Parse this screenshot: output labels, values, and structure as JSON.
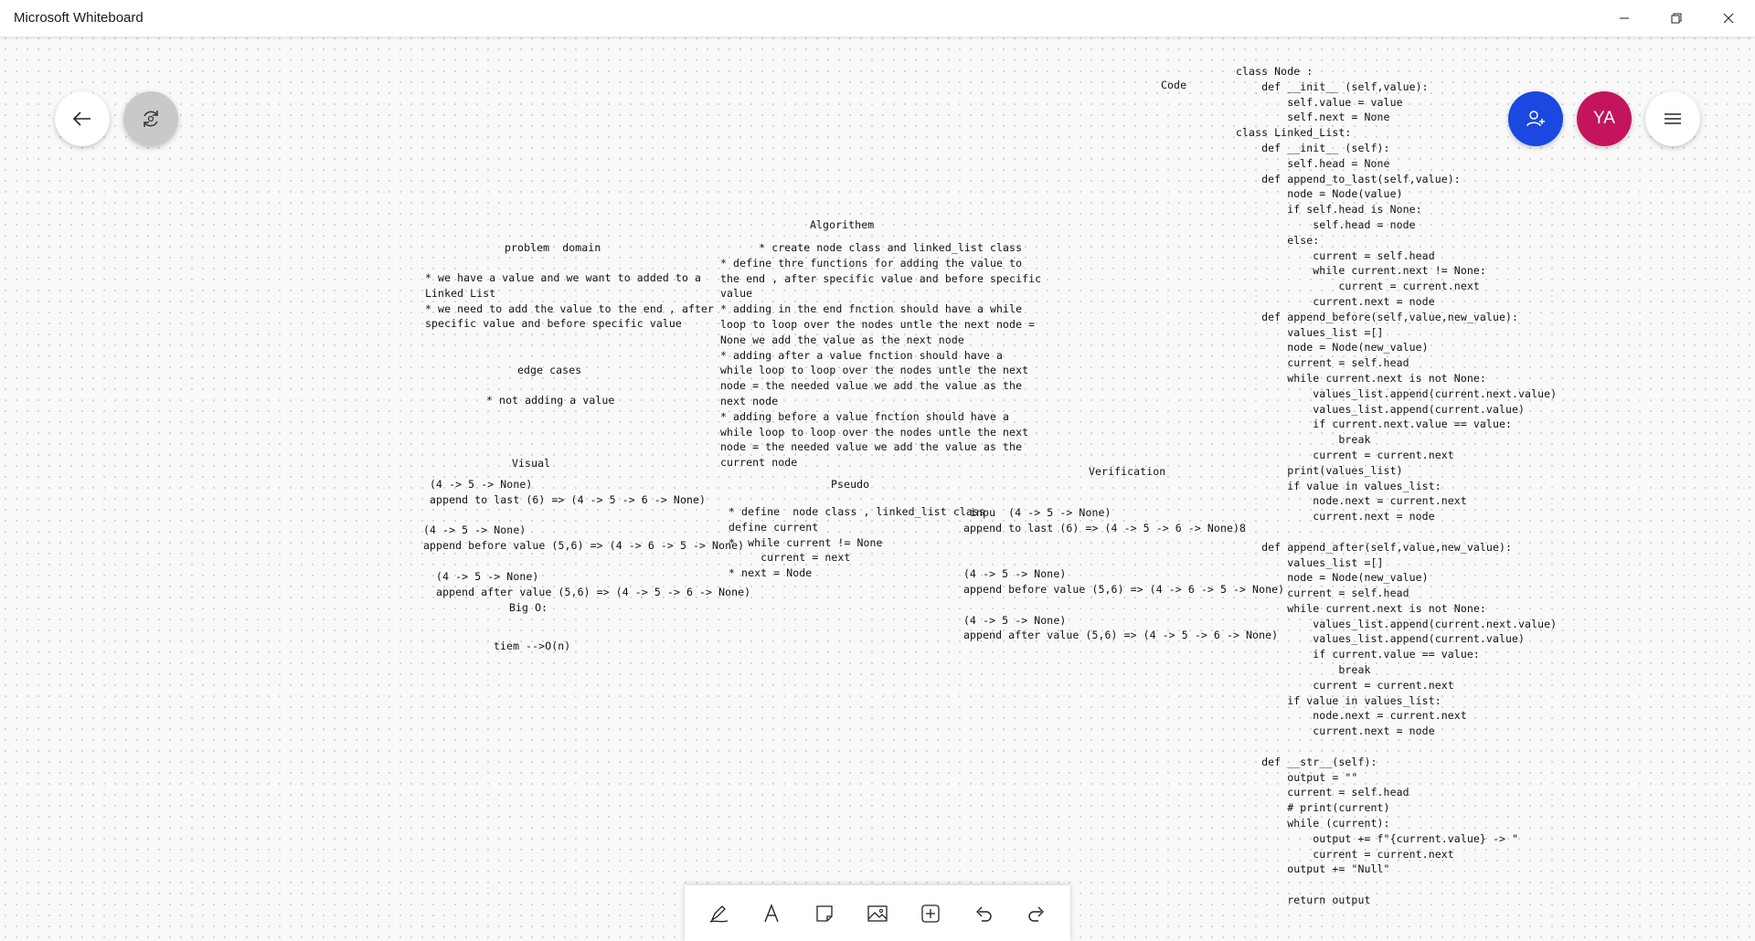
{
  "window": {
    "title": "Microsoft Whiteboard"
  },
  "avatar": {
    "initials": "YA"
  },
  "icons": {
    "back": "arrow-left-icon",
    "sync": "sync-icon",
    "invite": "add-person-icon",
    "menu": "hamburger-menu-icon",
    "pen": "pen-icon",
    "text": "text-icon",
    "note": "sticky-note-icon",
    "image": "image-icon",
    "insert": "add-box-icon",
    "undo": "undo-icon",
    "redo": "redo-icon"
  },
  "colors": {
    "invite_button": "#1a48e0",
    "avatar": "#c4145e",
    "ink": "#111111"
  },
  "board": {
    "code": {
      "heading": "Code",
      "lines": [
        "class Node :",
        "    def __init__ (self,value):",
        "        self.value = value",
        "        self.next = None",
        "class Linked_List:",
        "    def __init__ (self):",
        "        self.head = None",
        "    def append_to_last(self,value):",
        "        node = Node(value)",
        "        if self.head is None:",
        "            self.head = node",
        "        else:",
        "            current = self.head",
        "            while current.next != None:",
        "                current = current.next",
        "            current.next = node",
        "    def append_before(self,value,new_value):",
        "        values_list =[]",
        "        node = Node(new_value)",
        "        current = self.head",
        "        while current.next is not None:",
        "            values_list.append(current.next.value)",
        "            values_list.append(current.value)",
        "            if current.next.value == value:",
        "                break",
        "            current = current.next",
        "        print(values_list)",
        "        if value in values_list:",
        "            node.next = current.next",
        "            current.next = node",
        "",
        "    def append_after(self,value,new_value):",
        "        values_list =[]",
        "        node = Node(new_value)",
        "        current = self.head",
        "        while current.next is not None:",
        "            values_list.append(current.next.value)",
        "            values_list.append(current.value)",
        "            if current.value == value:",
        "                break",
        "            current = current.next",
        "        if value in values_list:",
        "            node.next = current.next",
        "            current.next = node",
        "",
        "    def __str__(self):",
        "        output = \"\"",
        "        current = self.head",
        "        # print(current)",
        "        while (current):",
        "            output += f\"{current.value} -> \"",
        "            current = current.next",
        "        output += \"Null\"",
        "",
        "        return output"
      ]
    },
    "problem_domain": {
      "heading": "problem  domain",
      "lines": [
        "* we have a value and we want to added to a",
        "Linked List",
        "* we need to add the value to the end , after",
        "specific value and before specific value"
      ]
    },
    "edge_cases": {
      "heading": "edge cases",
      "lines": [
        "* not adding a value"
      ]
    },
    "visual": {
      "heading": "Visual",
      "lines": [
        " (4 -> 5 -> None)",
        " append to last (6) => (4 -> 5 -> 6 -> None)",
        "",
        "(4 -> 5 -> None)",
        "append before value (5,6) => (4 -> 6 -> 5 -> None)",
        "",
        "  (4 -> 5 -> None)",
        "  append after value (5,6) => (4 -> 5 -> 6 -> None)"
      ]
    },
    "big_o": {
      "heading": "Big O:",
      "line": "tiem -->O(n)"
    },
    "algorithm": {
      "heading": "Algorithem",
      "lines": [
        "      * create node class and linked_list class",
        "* define thre functions for adding the value to",
        "the end , after specific value and before specific",
        "value",
        "* adding in the end fnction should have a while",
        "loop to loop over the nodes untle the next node =",
        "None we add the value as the next node",
        "* adding after a value fnction should have a",
        "while loop to loop over the nodes untle the next",
        "node = the needed value we add the value as the",
        "next node",
        "* adding before a value fnction should have a",
        "while loop to loop over the nodes untle the next",
        "node = the needed value we add the value as the",
        "current node"
      ]
    },
    "pseudo": {
      "heading": "Pseudo",
      "lines": [
        "* define  node class , linked_list class",
        "define current",
        "*  while current != None",
        "     current = next",
        "* next = Node"
      ]
    },
    "verification": {
      "heading": "Verification",
      "lines": [
        " inpu  (4 -> 5 -> None)",
        "append to last (6) => (4 -> 5 -> 6 -> None)8",
        "",
        "",
        "(4 -> 5 -> None)",
        "append before value (5,6) => (4 -> 6 -> 5 -> None)",
        "",
        "(4 -> 5 -> None)",
        "append after value (5,6) => (4 -> 5 -> 6 -> None)"
      ]
    }
  }
}
